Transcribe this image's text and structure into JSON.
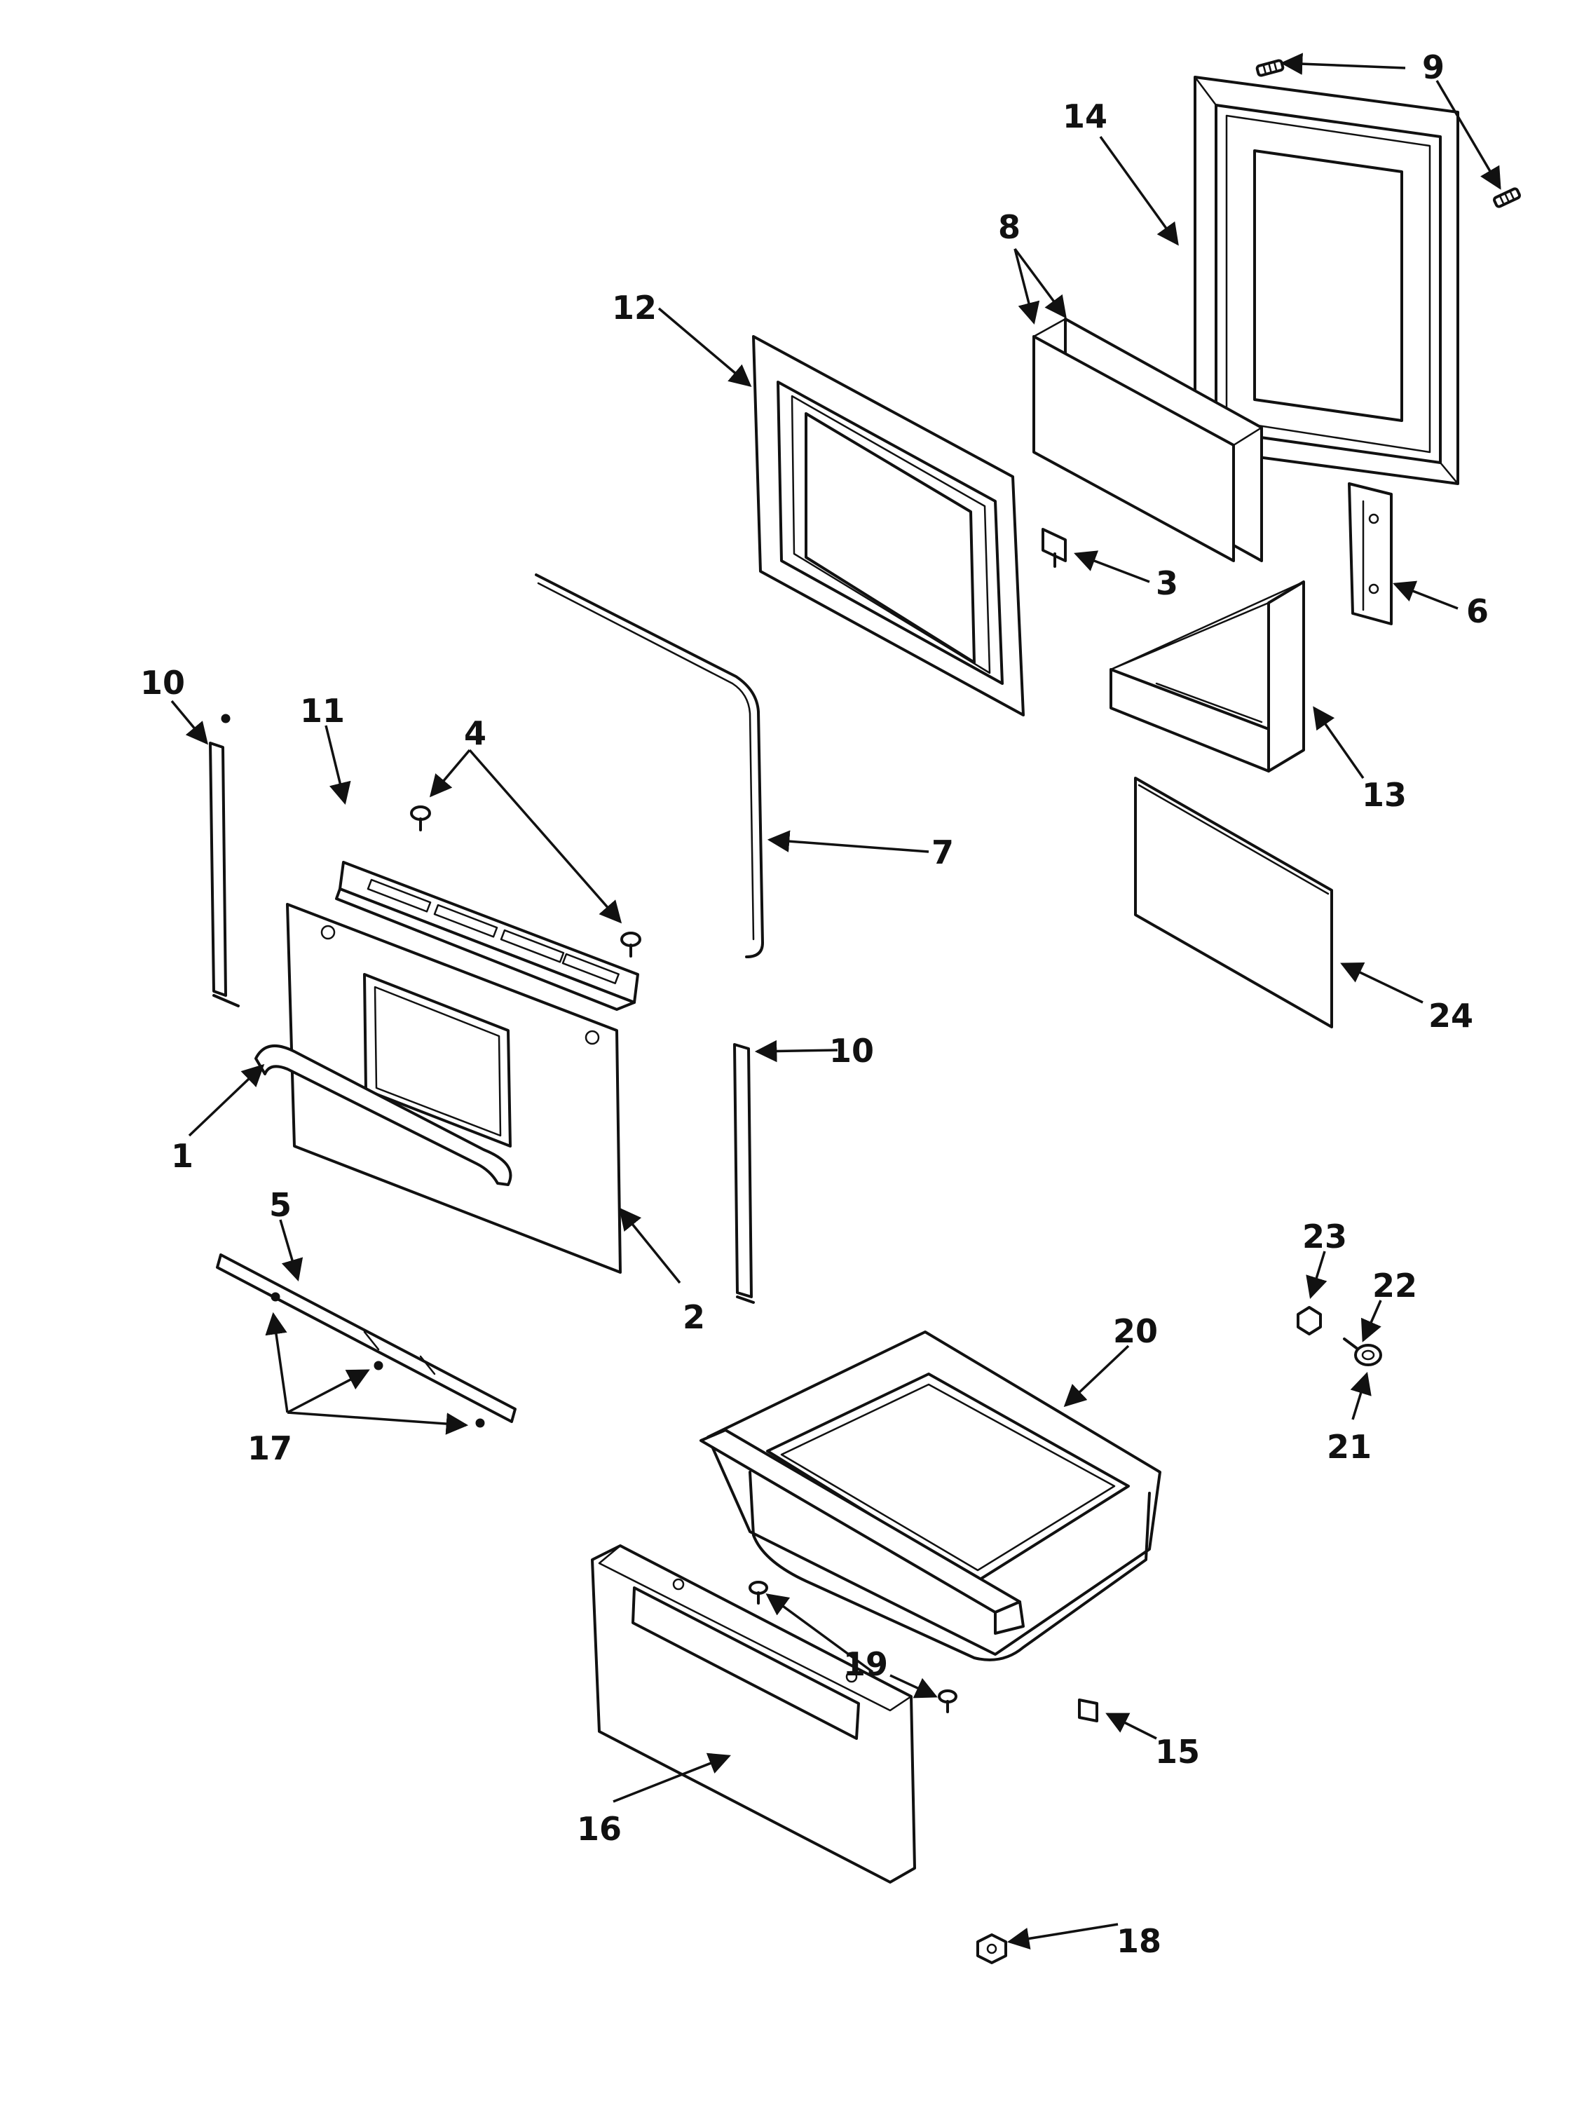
{
  "diagram": {
    "type": "exploded-parts-view",
    "callouts": {
      "p1": "1",
      "p2": "2",
      "p3": "3",
      "p4": "4",
      "p5": "5",
      "p6": "6",
      "p7": "7",
      "p8": "8",
      "p9": "9",
      "p10a": "10",
      "p10b": "10",
      "p11": "11",
      "p12": "12",
      "p13": "13",
      "p14": "14",
      "p15": "15",
      "p16": "16",
      "p17": "17",
      "p18": "18",
      "p19": "19",
      "p20": "20",
      "p21": "21",
      "p22": "22",
      "p23": "23",
      "p24": "24"
    }
  }
}
